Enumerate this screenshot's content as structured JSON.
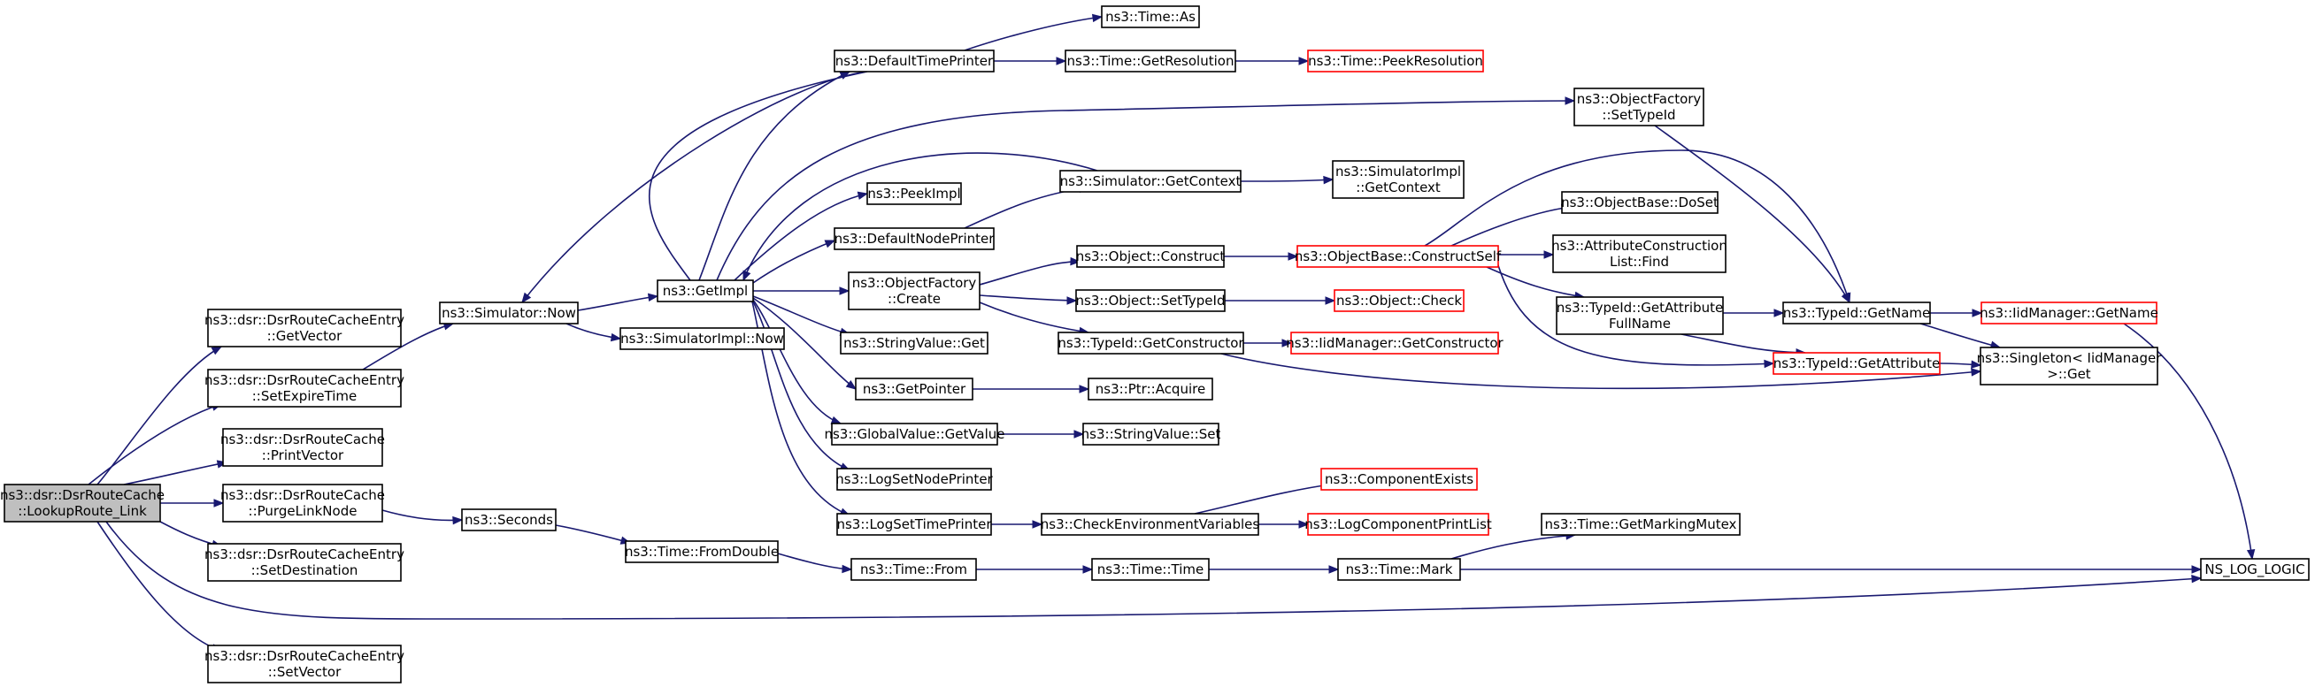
{
  "graph": {
    "colors": {
      "edge": "#191970",
      "node_border": "#000000",
      "node_border_external": "#ff0000",
      "root_fill": "#bfbfbf",
      "node_fill": "#ffffff"
    },
    "nodes": [
      {
        "id": "lookup",
        "lines": [
          "ns3::dsr::DsrRouteCache",
          "::LookupRoute_Link"
        ],
        "root": true
      },
      {
        "id": "getvector",
        "lines": [
          "ns3::dsr::DsrRouteCacheEntry",
          "::GetVector"
        ]
      },
      {
        "id": "setexpire",
        "lines": [
          "ns3::dsr::DsrRouteCacheEntry",
          "::SetExpireTime"
        ]
      },
      {
        "id": "printvector",
        "lines": [
          "ns3::dsr::DsrRouteCache",
          "::PrintVector"
        ]
      },
      {
        "id": "purgelink",
        "lines": [
          "ns3::dsr::DsrRouteCache",
          "::PurgeLinkNode"
        ]
      },
      {
        "id": "setdest",
        "lines": [
          "ns3::dsr::DsrRouteCacheEntry",
          "::SetDestination"
        ]
      },
      {
        "id": "setvector",
        "lines": [
          "ns3::dsr::DsrRouteCacheEntry",
          "::SetVector"
        ]
      },
      {
        "id": "simnow",
        "lines": [
          "ns3::Simulator::Now"
        ]
      },
      {
        "id": "seconds",
        "lines": [
          "ns3::Seconds"
        ]
      },
      {
        "id": "getimpl",
        "lines": [
          "ns3::GetImpl"
        ]
      },
      {
        "id": "simimplnow",
        "lines": [
          "ns3::SimulatorImpl::Now"
        ]
      },
      {
        "id": "fromdouble",
        "lines": [
          "ns3::Time::FromDouble"
        ]
      },
      {
        "id": "deftimeprinter",
        "lines": [
          "ns3::DefaultTimePrinter"
        ]
      },
      {
        "id": "peekimpl",
        "lines": [
          "ns3::PeekImpl"
        ]
      },
      {
        "id": "defnodeprinter",
        "lines": [
          "ns3::DefaultNodePrinter"
        ]
      },
      {
        "id": "objfactcreate",
        "lines": [
          "ns3::ObjectFactory",
          "::Create"
        ]
      },
      {
        "id": "strvalget",
        "lines": [
          "ns3::StringValue::Get"
        ]
      },
      {
        "id": "getpointer",
        "lines": [
          "ns3::GetPointer"
        ]
      },
      {
        "id": "globalvalget",
        "lines": [
          "ns3::GlobalValue::GetValue"
        ]
      },
      {
        "id": "logsetnode",
        "lines": [
          "ns3::LogSetNodePrinter"
        ]
      },
      {
        "id": "logsettime",
        "lines": [
          "ns3::LogSetTimePrinter"
        ]
      },
      {
        "id": "timefrom",
        "lines": [
          "ns3::Time::From"
        ]
      },
      {
        "id": "timeas",
        "lines": [
          "ns3::Time::As"
        ]
      },
      {
        "id": "timegetres",
        "lines": [
          "ns3::Time::GetResolution"
        ]
      },
      {
        "id": "simgetctx",
        "lines": [
          "ns3::Simulator::GetContext"
        ]
      },
      {
        "id": "objconstruct",
        "lines": [
          "ns3::Object::Construct"
        ]
      },
      {
        "id": "objsettypeid",
        "lines": [
          "ns3::Object::SetTypeId"
        ]
      },
      {
        "id": "typeidgetctor",
        "lines": [
          "ns3::TypeId::GetConstructor"
        ]
      },
      {
        "id": "ptracquire",
        "lines": [
          "ns3::Ptr::Acquire"
        ]
      },
      {
        "id": "strvalset",
        "lines": [
          "ns3::StringValue::Set"
        ]
      },
      {
        "id": "checkenv",
        "lines": [
          "ns3::CheckEnvironmentVariables"
        ]
      },
      {
        "id": "timetime",
        "lines": [
          "ns3::Time::Time"
        ]
      },
      {
        "id": "timepeekres",
        "lines": [
          "ns3::Time::PeekResolution"
        ],
        "external": true
      },
      {
        "id": "simimplgetctx",
        "lines": [
          "ns3::SimulatorImpl",
          "::GetContext"
        ]
      },
      {
        "id": "objbaseconstructself",
        "lines": [
          "ns3::ObjectBase::ConstructSelf"
        ],
        "external": true
      },
      {
        "id": "objectcheck",
        "lines": [
          "ns3::Object::Check"
        ],
        "external": true
      },
      {
        "id": "iidmgrgetctor",
        "lines": [
          "ns3::IidManager::GetConstructor"
        ],
        "external": true
      },
      {
        "id": "compexists",
        "lines": [
          "ns3::ComponentExists"
        ],
        "external": true
      },
      {
        "id": "logcompprint",
        "lines": [
          "ns3::LogComponentPrintList"
        ],
        "external": true
      },
      {
        "id": "timemark",
        "lines": [
          "ns3::Time::Mark"
        ]
      },
      {
        "id": "objfactsettypeid",
        "lines": [
          "ns3::ObjectFactory",
          "::SetTypeId"
        ]
      },
      {
        "id": "objbasedoset",
        "lines": [
          "ns3::ObjectBase::DoSet"
        ]
      },
      {
        "id": "attrconstructfind",
        "lines": [
          "ns3::AttributeConstruction",
          "List::Find"
        ]
      },
      {
        "id": "typeidgetattrfull",
        "lines": [
          "ns3::TypeId::GetAttribute",
          "FullName"
        ]
      },
      {
        "id": "timegetmarkingmutex",
        "lines": [
          "ns3::Time::GetMarkingMutex"
        ]
      },
      {
        "id": "typeidgetname",
        "lines": [
          "ns3::TypeId::GetName"
        ]
      },
      {
        "id": "typeidgetattr",
        "lines": [
          "ns3::TypeId::GetAttribute"
        ],
        "external": true
      },
      {
        "id": "iidmgrgetname",
        "lines": [
          "ns3::IidManager::GetName"
        ],
        "external": true
      },
      {
        "id": "singletonget",
        "lines": [
          "ns3::Singleton< IidManager",
          " >::Get"
        ]
      },
      {
        "id": "nsloglogic",
        "lines": [
          "NS_LOG_LOGIC"
        ]
      }
    ],
    "edges": [
      {
        "from": "lookup",
        "to": "getvector"
      },
      {
        "from": "lookup",
        "to": "setexpire"
      },
      {
        "from": "lookup",
        "to": "printvector"
      },
      {
        "from": "lookup",
        "to": "purgelink"
      },
      {
        "from": "lookup",
        "to": "setdest"
      },
      {
        "from": "lookup",
        "to": "setvector"
      },
      {
        "from": "lookup",
        "to": "nsloglogic"
      },
      {
        "from": "setexpire",
        "to": "simnow"
      },
      {
        "from": "purgelink",
        "to": "seconds"
      },
      {
        "from": "simnow",
        "to": "getimpl"
      },
      {
        "from": "simnow",
        "to": "simimplnow"
      },
      {
        "from": "seconds",
        "to": "fromdouble"
      },
      {
        "from": "fromdouble",
        "to": "timefrom"
      },
      {
        "from": "getimpl",
        "to": "simnow"
      },
      {
        "from": "getimpl",
        "to": "deftimeprinter"
      },
      {
        "from": "getimpl",
        "to": "peekimpl"
      },
      {
        "from": "getimpl",
        "to": "defnodeprinter"
      },
      {
        "from": "getimpl",
        "to": "objfactcreate"
      },
      {
        "from": "getimpl",
        "to": "strvalget"
      },
      {
        "from": "getimpl",
        "to": "getpointer"
      },
      {
        "from": "getimpl",
        "to": "globalvalget"
      },
      {
        "from": "getimpl",
        "to": "logsetnode"
      },
      {
        "from": "getimpl",
        "to": "logsettime"
      },
      {
        "from": "getimpl",
        "to": "objfactsettypeid"
      },
      {
        "from": "deftimeprinter",
        "to": "timeas"
      },
      {
        "from": "deftimeprinter",
        "to": "timegetres"
      },
      {
        "from": "timegetres",
        "to": "timepeekres"
      },
      {
        "from": "defnodeprinter",
        "to": "simgetctx"
      },
      {
        "from": "simgetctx",
        "to": "getimpl"
      },
      {
        "from": "simgetctx",
        "to": "simimplgetctx"
      },
      {
        "from": "objfactcreate",
        "to": "objconstruct"
      },
      {
        "from": "objfactcreate",
        "to": "objsettypeid"
      },
      {
        "from": "objfactcreate",
        "to": "typeidgetctor"
      },
      {
        "from": "objconstruct",
        "to": "objbaseconstructself"
      },
      {
        "from": "objsettypeid",
        "to": "objectcheck"
      },
      {
        "from": "typeidgetctor",
        "to": "iidmgrgetctor"
      },
      {
        "from": "typeidgetctor",
        "to": "singletonget"
      },
      {
        "from": "getpointer",
        "to": "ptracquire"
      },
      {
        "from": "globalvalget",
        "to": "strvalset"
      },
      {
        "from": "logsettime",
        "to": "checkenv"
      },
      {
        "from": "checkenv",
        "to": "compexists"
      },
      {
        "from": "checkenv",
        "to": "logcompprint"
      },
      {
        "from": "timefrom",
        "to": "timetime"
      },
      {
        "from": "timetime",
        "to": "timemark"
      },
      {
        "from": "timemark",
        "to": "timegetmarkingmutex"
      },
      {
        "from": "timemark",
        "to": "nsloglogic"
      },
      {
        "from": "objbaseconstructself",
        "to": "typeidgetname"
      },
      {
        "from": "objbaseconstructself",
        "to": "objbasedoset"
      },
      {
        "from": "objbaseconstructself",
        "to": "attrconstructfind"
      },
      {
        "from": "objbaseconstructself",
        "to": "typeidgetattrfull"
      },
      {
        "from": "objbaseconstructself",
        "to": "typeidgetattr"
      },
      {
        "from": "objfactsettypeid",
        "to": "typeidgetname"
      },
      {
        "from": "typeidgetattrfull",
        "to": "typeidgetname"
      },
      {
        "from": "typeidgetattrfull",
        "to": "typeidgetattr"
      },
      {
        "from": "typeidgetname",
        "to": "iidmgrgetname"
      },
      {
        "from": "typeidgetname",
        "to": "singletonget"
      },
      {
        "from": "typeidgetattr",
        "to": "singletonget"
      },
      {
        "from": "iidmgrgetname",
        "to": "nsloglogic"
      }
    ]
  }
}
